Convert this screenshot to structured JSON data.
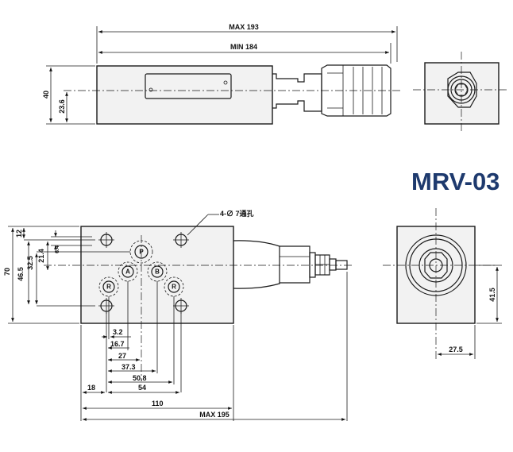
{
  "title": "MRV-03",
  "top_view": {
    "dim_max_length": "MAX 193",
    "dim_min_length": "MIN 184",
    "dim_height": "40",
    "dim_axis_height": "23.6"
  },
  "front_view": {
    "hole_note": "4-∅ 7通孔",
    "ports": {
      "p": "P",
      "a": "A",
      "b": "B",
      "r1": "R",
      "r2": "R"
    },
    "vertical_dims": {
      "d70": "70",
      "d46_5": "46.5",
      "d32_5": "32.5",
      "d21_4": "21.4",
      "d12": "12",
      "d6_4": "6.4"
    },
    "horizontal_dims": {
      "d3_2": "3.2",
      "d16_7": "16.7",
      "d27": "27",
      "d37_3": "37.3",
      "d50_8": "50.8",
      "d18": "18",
      "d54": "54",
      "d110": "110",
      "d_max195": "MAX  195"
    }
  },
  "side_view": {
    "dim_height": "41.5",
    "dim_width": "27.5"
  }
}
